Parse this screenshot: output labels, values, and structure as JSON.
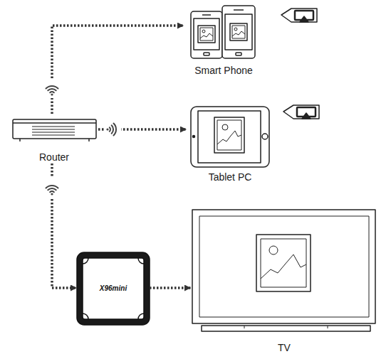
{
  "diagram": {
    "nodes": [
      {
        "text": [
          "Smart Phone"
        ]
      },
      {
        "text": [
          "Router"
        ]
      },
      {
        "text": [
          "Tablet PC"
        ]
      },
      {
        "text": [
          "X96mini"
        ]
      },
      {
        "text": [
          "TV"
        ]
      }
    ],
    "edges": [
      {
        "from": 1,
        "to": 0,
        "arrow": "to"
      },
      {
        "from": 1,
        "to": 2,
        "arrow": "to"
      },
      {
        "from": 1,
        "to": 3,
        "arrow": "to"
      },
      {
        "from": 3,
        "to": 4,
        "arrow": "to"
      }
    ]
  }
}
